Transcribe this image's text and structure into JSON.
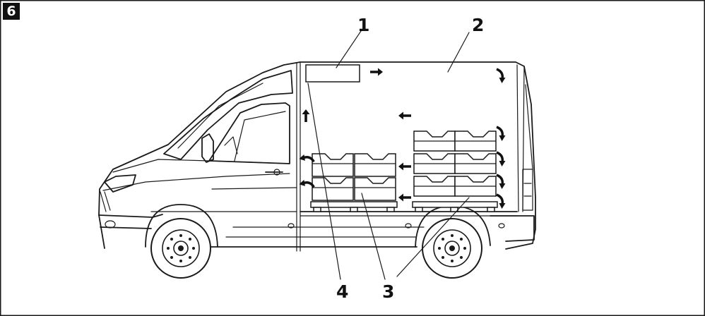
{
  "figure": {
    "badge": "6"
  },
  "callouts": [
    {
      "id": "1",
      "label": "1"
    },
    {
      "id": "2",
      "label": "2"
    },
    {
      "id": "3",
      "label": "3"
    },
    {
      "id": "4",
      "label": "4"
    }
  ],
  "colors": {
    "line": "#1a1a1a",
    "badge_bg": "#111111",
    "background": "#ffffff"
  },
  "icons": [
    "straight-arrow-icon",
    "curved-arrow-icon"
  ]
}
